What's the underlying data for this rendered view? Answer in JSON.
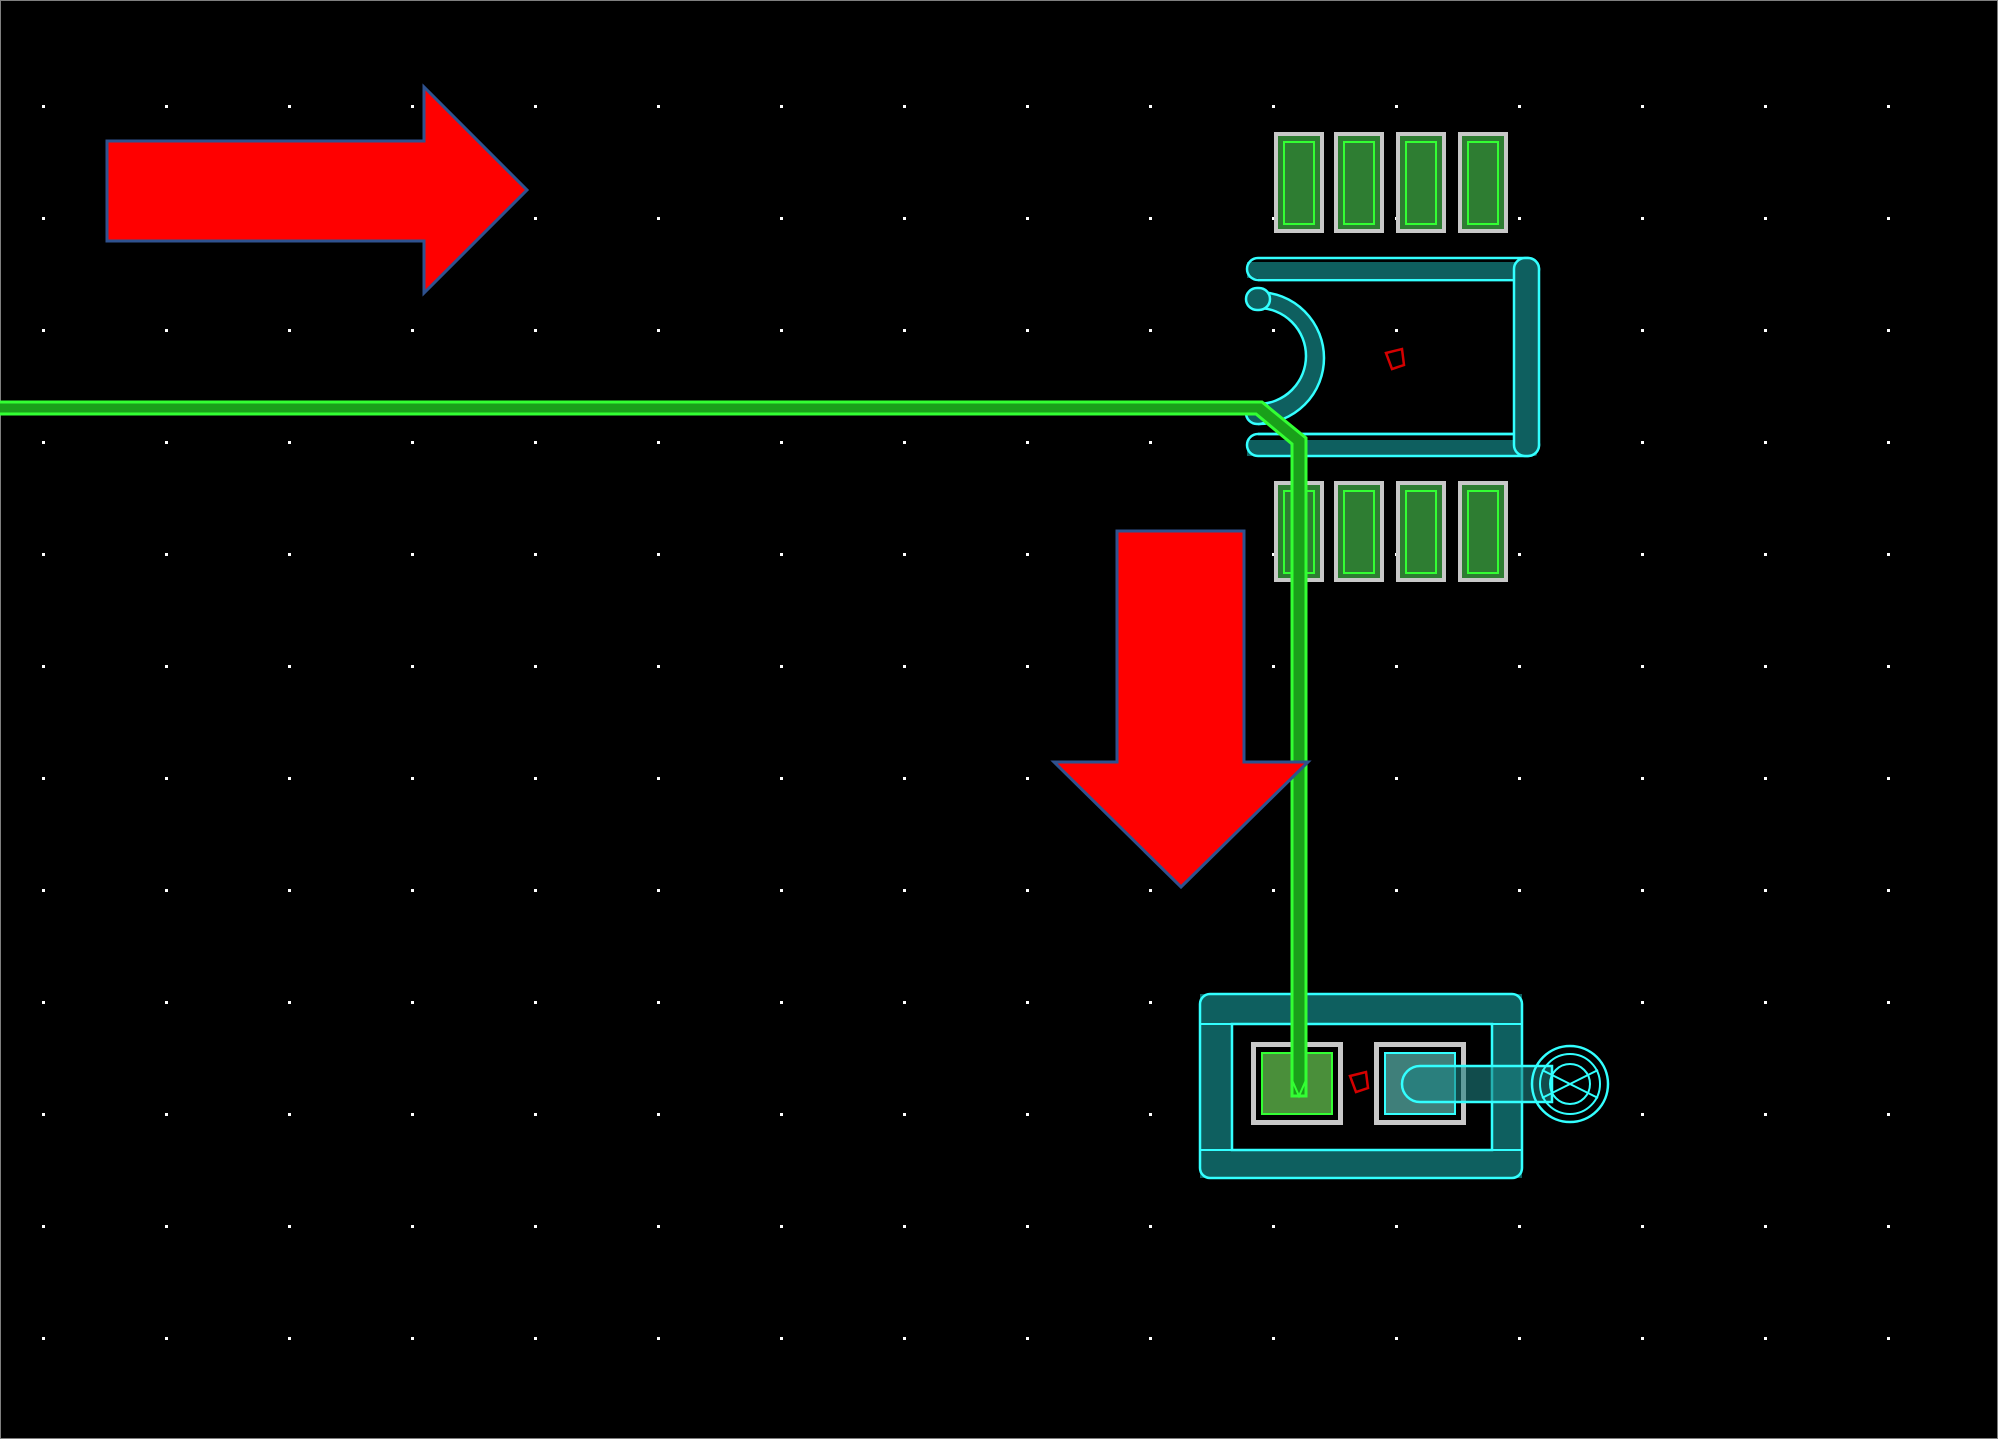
{
  "canvas": {
    "background": "#000000",
    "grid_dot_color": "#ffffff",
    "grid": "dot grid on"
  },
  "colors": {
    "route_green": "#33ff33",
    "route_green_fill": "#1aa01a",
    "outline_cyan": "#33ffff",
    "cyan_fill": "#0e5f5f",
    "contact_fill": "#2e7d32",
    "contact_border": "#c8c8c8",
    "origin_marker": "#d40000",
    "annotation_arrow_fill": "#ff0000",
    "annotation_arrow_border": "#2f528f"
  },
  "annotations": [
    {
      "shape": "block-arrow",
      "direction": "right"
    },
    {
      "shape": "block-arrow",
      "direction": "down"
    }
  ],
  "layout_objects": {
    "top_cell": {
      "contacts_top_row": 4,
      "contacts_bottom_row": 4
    },
    "bottom_cell": {
      "contacts": 2
    }
  }
}
